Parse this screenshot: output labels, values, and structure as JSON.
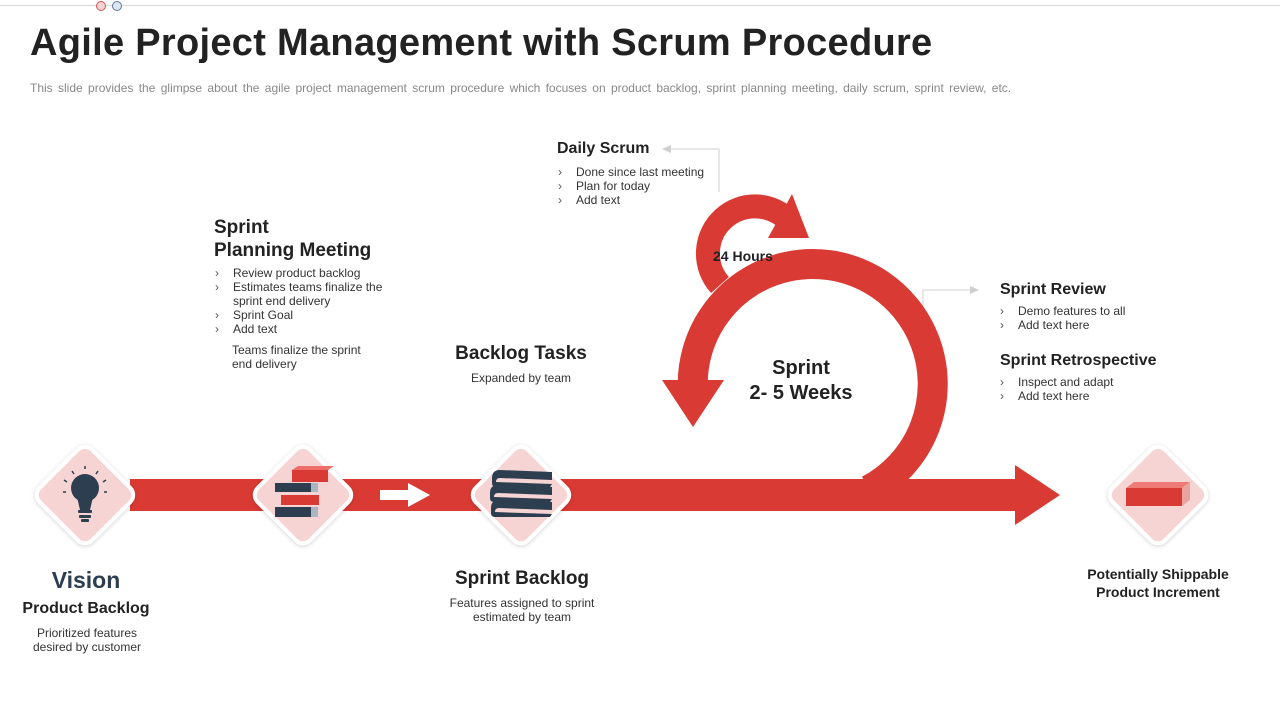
{
  "slide": {
    "title": "Agile Project Management with Scrum Procedure",
    "subtitle": "This slide provides  the glimpse about the agile project management  scrum procedure which focuses on product backlog,  sprint planning meeting,  daily scrum,  sprint review,  etc."
  },
  "colors": {
    "accent": "#d93a33",
    "tile": "#f7d4d4",
    "dark": "#2d3e50"
  },
  "icons": {
    "vision": "lightbulb-icon",
    "planning": "stacked-bricks-icon",
    "backlog": "books-stack-icon",
    "increment": "brick-icon",
    "flow": "white-arrow-icon"
  },
  "daily_scrum": {
    "heading": "Daily Scrum",
    "items": [
      "Done since last meeting",
      "Plan for today",
      "Add text"
    ]
  },
  "hours_label": "24 Hours",
  "sprint_loop": {
    "line1": "Sprint",
    "line2": "2- 5 Weeks"
  },
  "sprint_planning": {
    "heading_line1": "Sprint",
    "heading_line2": "Planning Meeting",
    "items": [
      "Review product backlog",
      "Estimates teams finalize the sprint end  delivery",
      "Sprint Goal",
      "Add text"
    ],
    "note": "Teams finalize the sprint end delivery"
  },
  "backlog_tasks": {
    "heading": "Backlog Tasks",
    "caption": "Expanded by team"
  },
  "sprint_review": {
    "heading": "Sprint Review",
    "items": [
      "Demo features to all",
      "Add text here"
    ]
  },
  "sprint_retrospective": {
    "heading": "Sprint Retrospective",
    "items": [
      "Inspect and adapt",
      "Add text here"
    ]
  },
  "vision": {
    "heading": "Vision",
    "subheading": "Product Backlog",
    "caption": "Prioritized features desired by customer"
  },
  "sprint_backlog": {
    "heading": "Sprint Backlog",
    "caption": "Features assigned to sprint estimated by team"
  },
  "increment": {
    "line1": "Potentially Shippable",
    "line2": "Product Increment"
  }
}
